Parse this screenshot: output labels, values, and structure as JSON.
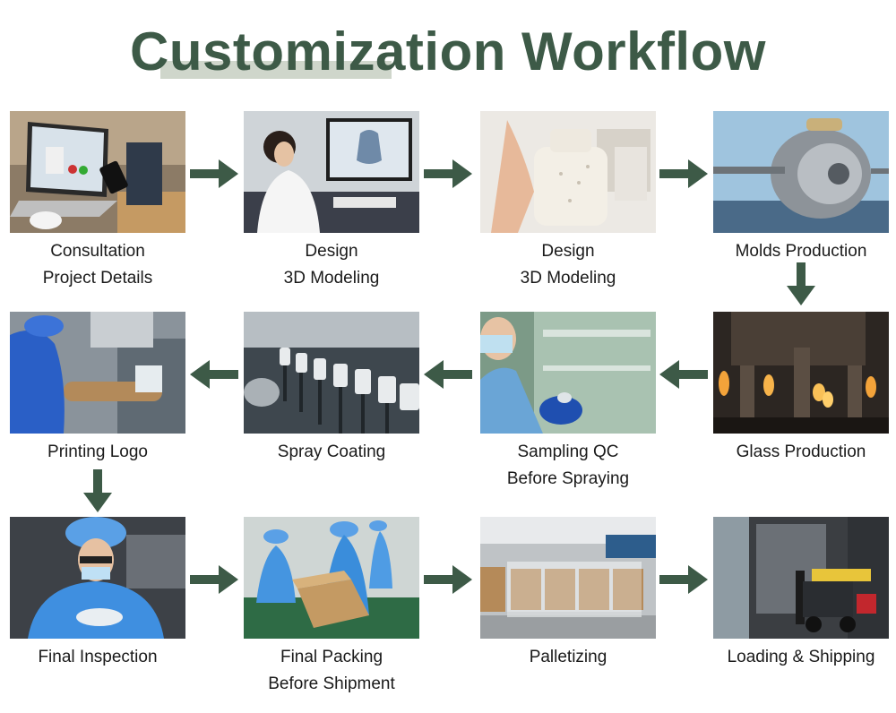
{
  "title": "Customization Workflow",
  "colors": {
    "accent": "#3d5a47",
    "highlight": "#cfd6cb"
  },
  "steps": [
    {
      "line1": "Consultation",
      "line2": "Project Details"
    },
    {
      "line1": "Design",
      "line2": "3D Modeling"
    },
    {
      "line1": "Design",
      "line2": "3D Modeling"
    },
    {
      "line1": "Molds Production",
      "line2": ""
    },
    {
      "line1": "Glass Production",
      "line2": ""
    },
    {
      "line1": "Sampling QC",
      "line2": "Before Spraying"
    },
    {
      "line1": "Spray Coating",
      "line2": ""
    },
    {
      "line1": "Printing Logo",
      "line2": ""
    },
    {
      "line1": "Final Inspection",
      "line2": ""
    },
    {
      "line1": "Final Packing",
      "line2": "Before Shipment"
    },
    {
      "line1": "Palletizing",
      "line2": ""
    },
    {
      "line1": "Loading & Shipping",
      "line2": ""
    }
  ]
}
